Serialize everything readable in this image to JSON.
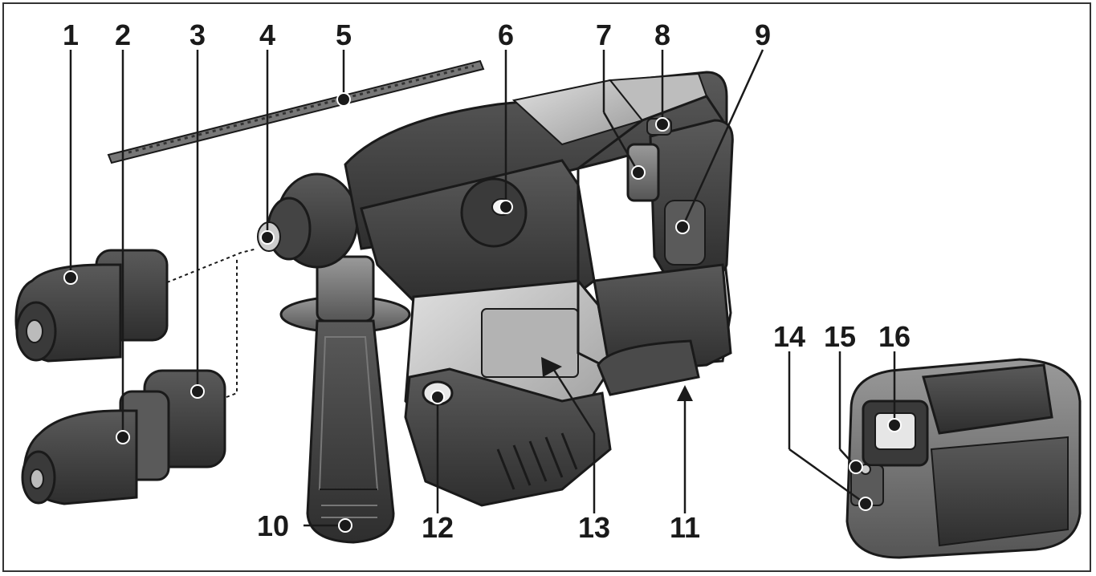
{
  "labels": [
    {
      "id": "1",
      "text": "1"
    },
    {
      "id": "2",
      "text": "2"
    },
    {
      "id": "3",
      "text": "3"
    },
    {
      "id": "4",
      "text": "4"
    },
    {
      "id": "5",
      "text": "5"
    },
    {
      "id": "6",
      "text": "6"
    },
    {
      "id": "7",
      "text": "7"
    },
    {
      "id": "8",
      "text": "8"
    },
    {
      "id": "9",
      "text": "9"
    },
    {
      "id": "10",
      "text": "10"
    },
    {
      "id": "11",
      "text": "11"
    },
    {
      "id": "12",
      "text": "12"
    },
    {
      "id": "13",
      "text": "13"
    },
    {
      "id": "14",
      "text": "14"
    },
    {
      "id": "15",
      "text": "15"
    },
    {
      "id": "16",
      "text": "16"
    }
  ],
  "colors": {
    "body_light": "#c9c9c9",
    "body_mid": "#8d8d8d",
    "body_dark": "#4a4a4a",
    "body_darker": "#2e2e2e",
    "outline": "#1a1a1a"
  }
}
